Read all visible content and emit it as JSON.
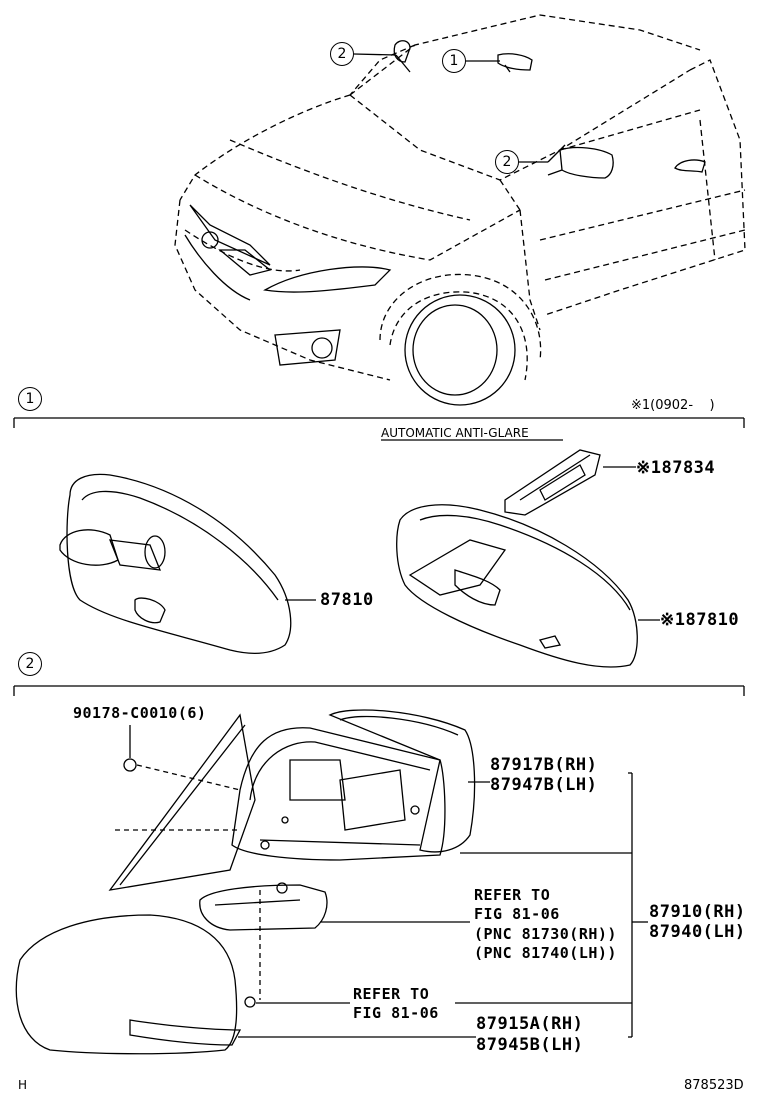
{
  "callouts": {
    "mirror_1": "1",
    "mirror_2": "2"
  },
  "section1": {
    "number": "1",
    "note": "※1(0902-    )",
    "variant_title": "AUTOMATIC ANTI-GLARE",
    "parts": {
      "mirror_std": "87810",
      "mount_cover": "※187834",
      "mirror_auto": "※187810"
    }
  },
  "section2": {
    "number": "2",
    "parts": {
      "screw": "90178-C0010(6)",
      "glass_rh": "87917B(RH)",
      "glass_lh": "87947B(LH)",
      "assy_rh": "87910(RH)",
      "assy_lh": "87940(LH)",
      "cover_rh": "87915A(RH)",
      "cover_lh": "87945B(LH)"
    },
    "refer1": [
      "REFER TO",
      "FIG 81-06",
      "(PNC 81730(RH))",
      "(PNC 81740(LH))"
    ],
    "refer2": [
      "REFER TO",
      "FIG 81-06"
    ]
  },
  "footer": {
    "left": "H",
    "right": "878523D"
  }
}
